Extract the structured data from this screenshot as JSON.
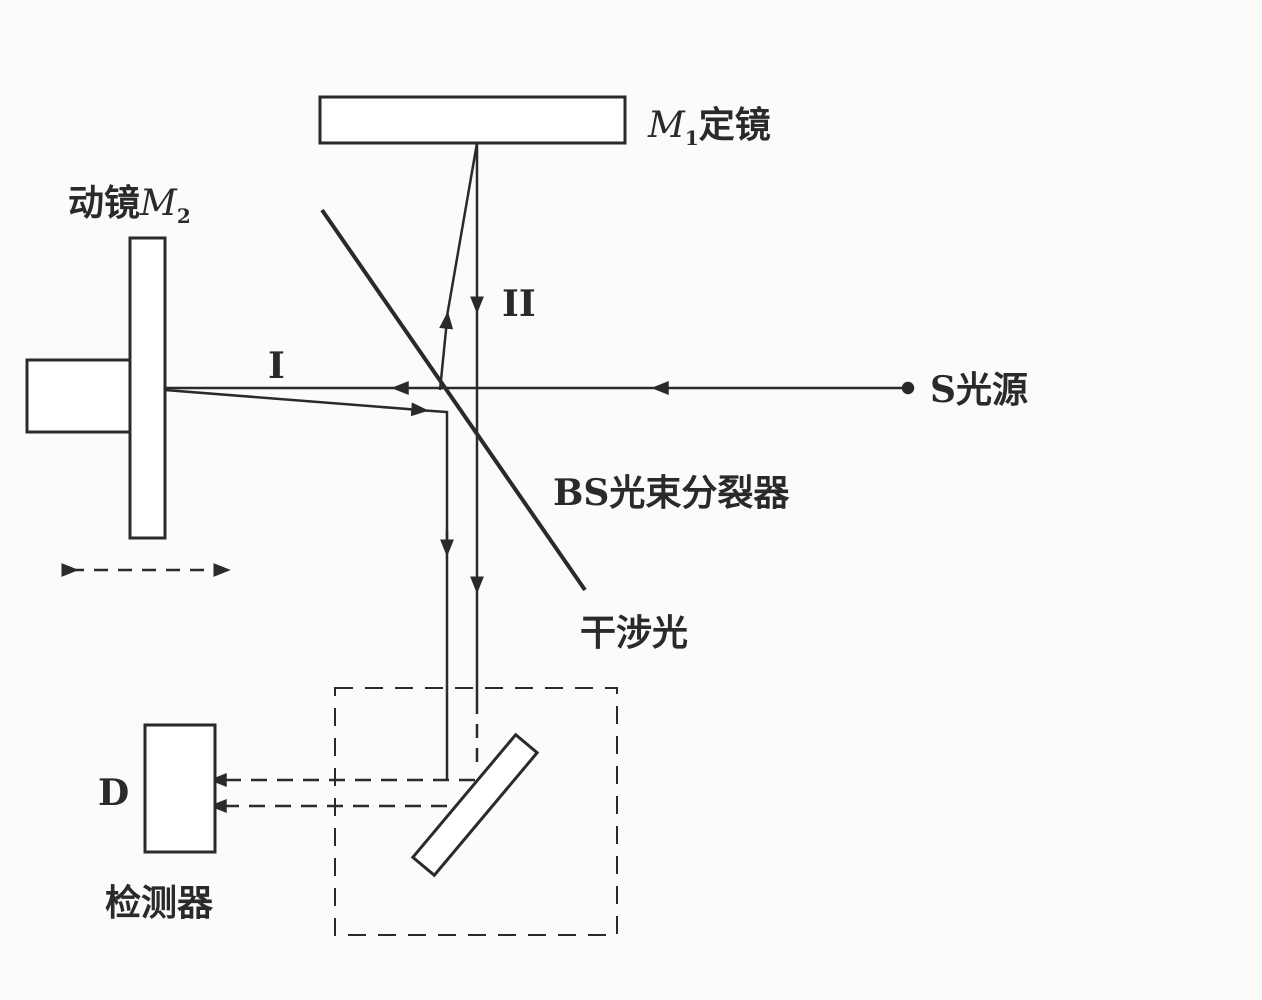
{
  "labels": {
    "fixed_mirror_symbol": "M",
    "fixed_mirror_sub": "1",
    "fixed_mirror_text": "定镜",
    "moving_mirror_text": "动镜",
    "moving_mirror_symbol": "M",
    "moving_mirror_sub": "2",
    "beam_one": "I",
    "beam_two": "II",
    "source": "S光源",
    "beam_splitter": "BS光束分裂器",
    "interference_light": "干涉光",
    "detector_symbol": "D",
    "detector_text": "检测器"
  },
  "colors": {
    "ink": "#2a2a2a",
    "background": "#fbfbf9"
  }
}
